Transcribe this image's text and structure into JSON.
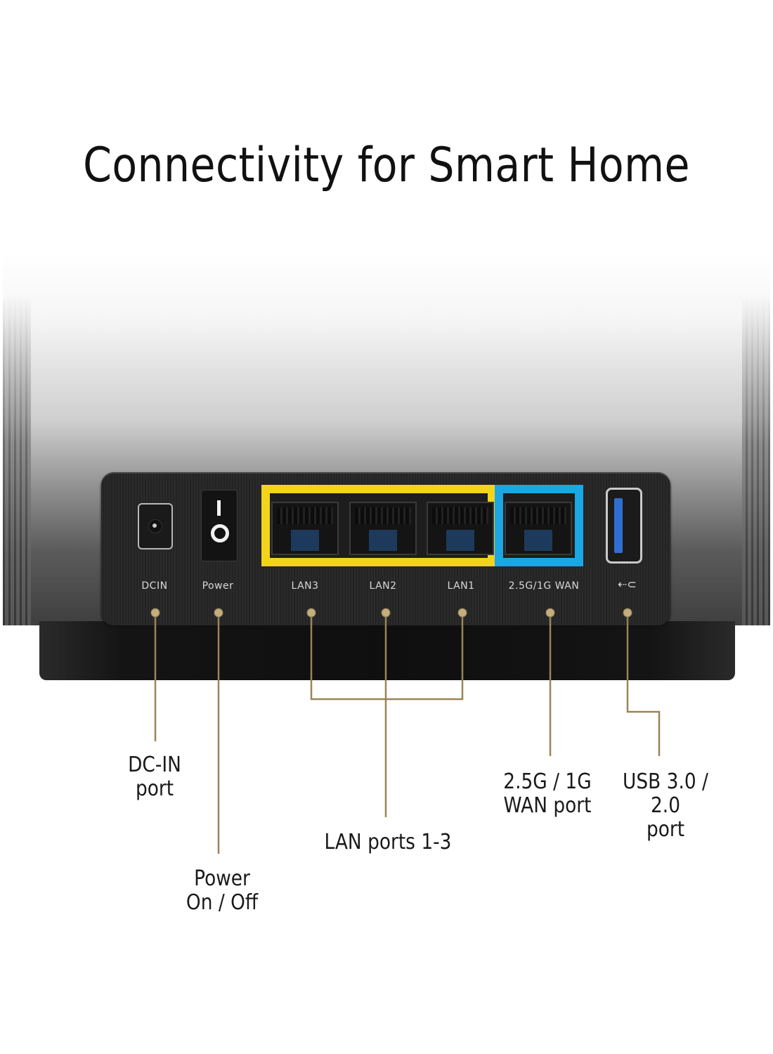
{
  "title": "Connectivity for Smart Home",
  "colors": {
    "lan_highlight": "#f2d41b",
    "wan_highlight": "#1aa7e3",
    "leader_line": "#9a8458",
    "leader_dot": "#c4ad7e",
    "device_body": "#1a1a1a",
    "background": "#ffffff"
  },
  "device_labels": {
    "dcin": "DCIN",
    "power": "Power",
    "lan3": "LAN3",
    "lan2": "LAN2",
    "lan1": "LAN1",
    "wan": "2.5G/1G WAN",
    "usb_icon": "usb-icon"
  },
  "callouts": {
    "dcin": [
      "DC-IN",
      "port"
    ],
    "power": [
      "Power",
      "On / Off"
    ],
    "lan": [
      "LAN ports 1-3"
    ],
    "wan": [
      "2.5G / 1G",
      "WAN port"
    ],
    "usb": [
      "USB 3.0 / 2.0",
      "port"
    ]
  },
  "ports": [
    {
      "id": "dcin",
      "name": "DC-IN port"
    },
    {
      "id": "power",
      "name": "Power On / Off"
    },
    {
      "id": "lan3",
      "name": "LAN3"
    },
    {
      "id": "lan2",
      "name": "LAN2"
    },
    {
      "id": "lan1",
      "name": "LAN1"
    },
    {
      "id": "wan",
      "name": "2.5G / 1G WAN port"
    },
    {
      "id": "usb",
      "name": "USB 3.0 / 2.0 port"
    }
  ]
}
